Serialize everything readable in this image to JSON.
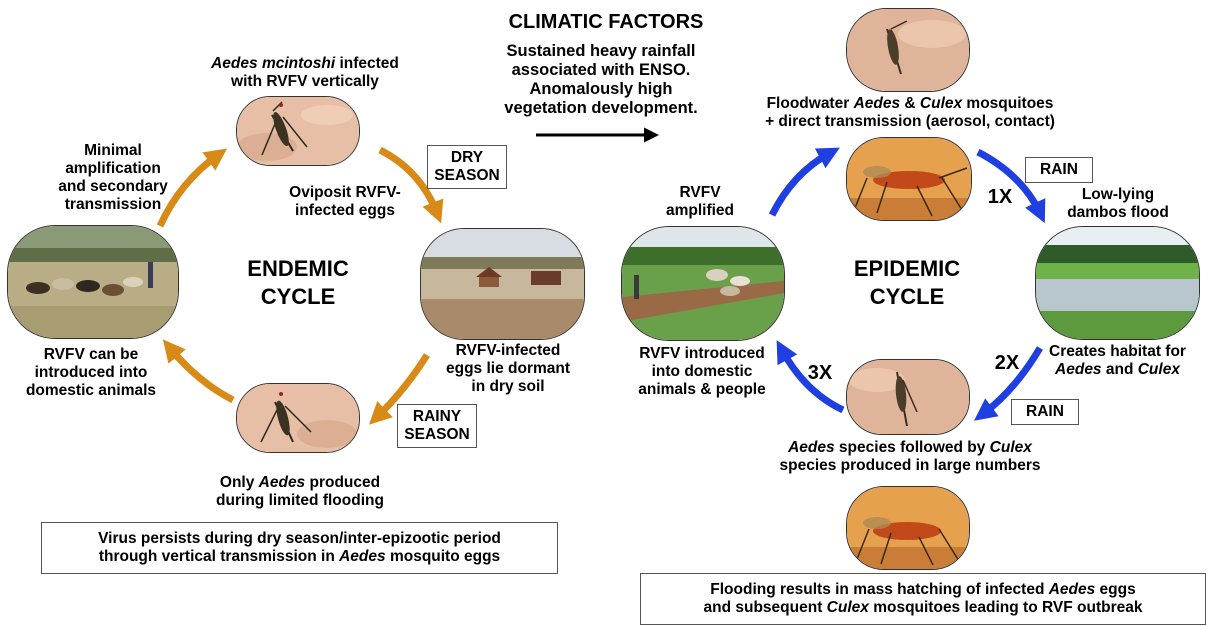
{
  "climatic": {
    "title": "CLIMATIC FACTORS",
    "line1": "Sustained heavy rainfall",
    "line2": "associated with ENSO.",
    "line3": "Anomalously high",
    "line4": "vegetation development."
  },
  "endemic": {
    "cycle_line1": "ENDEMIC",
    "cycle_line2": "CYCLE",
    "top_label_italic": "Aedes mcintoshi",
    "top_label_rest": " infected",
    "top_label_line2": "with RVFV vertically",
    "oviposit_line1": "Oviposit RVFV-",
    "oviposit_line2": "infected eggs",
    "dry_season_line1": "DRY",
    "dry_season_line2": "SEASON",
    "minimal_line1": "Minimal",
    "minimal_line2": "amplification",
    "minimal_line3": "and secondary",
    "minimal_line4": "transmission",
    "introduced_line1": "RVFV can be",
    "introduced_line2": "introduced into",
    "introduced_line3": "domestic animals",
    "dormant_line1": "RVFV-infected",
    "dormant_line2": "eggs lie dormant",
    "dormant_line3": "in dry soil",
    "rainy_season_line1": "RAINY",
    "rainy_season_line2": "SEASON",
    "bottom_label_pre": "Only ",
    "bottom_label_italic": "Aedes",
    "bottom_label_post": " produced",
    "bottom_label_line2": "during limited flooding",
    "summary_line1": "Virus persists during dry season/inter-epizootic period",
    "summary_line2_pre": "through vertical transmission in ",
    "summary_line2_italic": "Aedes",
    "summary_line2_post": " mosquito eggs"
  },
  "epidemic": {
    "cycle_line1": "EPIDEMIC",
    "cycle_line2": "CYCLE",
    "floodwater_pre": "Floodwater ",
    "floodwater_i1": "Aedes",
    "floodwater_mid": " & ",
    "floodwater_i2": "Culex",
    "floodwater_post": " mosquitoes",
    "floodwater_line2": "+ direct transmission (aerosol, contact)",
    "rain_top": "RAIN",
    "one_x": "1X",
    "lowlying_line1": "Low-lying",
    "lowlying_line2": "dambos flood",
    "amplified_line1": "RVFV",
    "amplified_line2": "amplified",
    "habitat_line1": "Creates habitat for",
    "habitat_i1": "Aedes",
    "habitat_mid": " and ",
    "habitat_i2": "Culex",
    "two_x": "2X",
    "rain_bottom": "RAIN",
    "three_x": "3X",
    "introduced_line1": "RVFV introduced",
    "introduced_line2": "into domestic",
    "introduced_line3": "animals & people",
    "species_i1": "Aedes",
    "species_mid": " species followed by ",
    "species_i2": "Culex",
    "species_line2": "species produced in large numbers",
    "summary_line1_pre": "Flooding results in mass hatching of infected ",
    "summary_line1_italic": "Aedes",
    "summary_line1_post": " eggs",
    "summary_line2_pre": "and subsequent ",
    "summary_line2_italic": "Culex",
    "summary_line2_post": " mosquitoes leading to RVF outbreak"
  },
  "colors": {
    "endemic_arrow": "#d88a17",
    "epidemic_arrow": "#1f3fe0",
    "skin": "#e7bfa6",
    "skin_orange": "#e6a14f"
  }
}
